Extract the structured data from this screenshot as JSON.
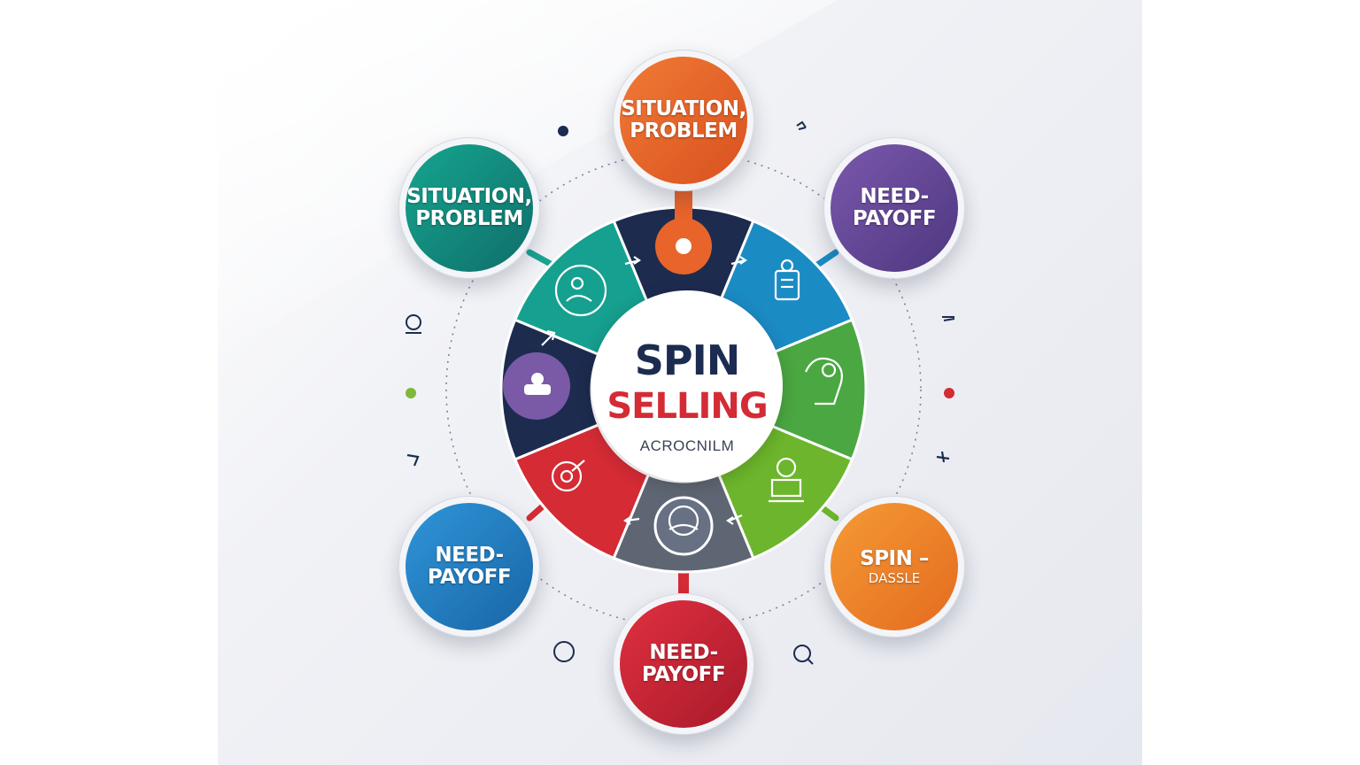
{
  "center": {
    "line1": "SPIN",
    "line2": "SELLING",
    "line3": "ACROCNILM"
  },
  "nodes": [
    {
      "id": "top",
      "text": "SITUATION,\nPROBLEM",
      "color": "#e8642a"
    },
    {
      "id": "upper-left",
      "text": "SITUATION,\nPROBLEM",
      "color": "#13907f"
    },
    {
      "id": "upper-right",
      "text": "NEED-\nPAYOFF",
      "color": "#6a4c9c"
    },
    {
      "id": "lower-left",
      "text": "NEED-\nPAYOFF",
      "color": "#2683c7"
    },
    {
      "id": "bottom",
      "text": "NEED-\nPAYOFF",
      "color": "#cf2438"
    },
    {
      "id": "lower-right",
      "text": "SPIN –",
      "subtext": "DASSLE",
      "color": "#f0822a"
    }
  ],
  "ring_colors": [
    "#1d2b4f",
    "#1b8bc4",
    "#4ba741",
    "#6cb52c",
    "#5f6673",
    "#d42b35",
    "#1d2b4f",
    "#16a08f"
  ],
  "icons": [
    "people-icon",
    "document-icon",
    "head-gear-icon",
    "lightbulb-icon",
    "handshake-icon",
    "target-icon",
    "user-icon",
    "arrow-icon"
  ]
}
